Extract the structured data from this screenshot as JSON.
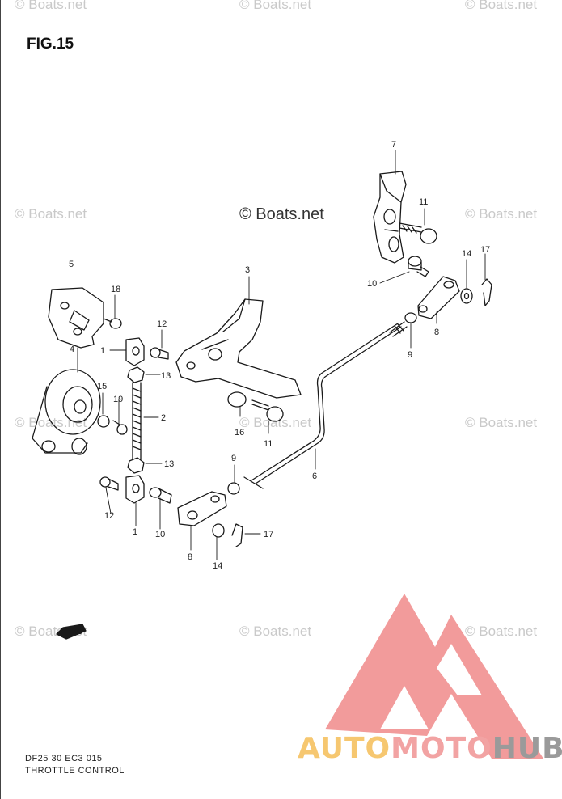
{
  "figure": {
    "title": "FIG.15"
  },
  "watermark": {
    "text": "© Boats.net",
    "center_text": "© Boats.net"
  },
  "footer": {
    "code": "DF25 30 EC3  015",
    "caption": "THROTTLE CONTROL"
  },
  "badge": {
    "text": "FWD"
  },
  "logo": {
    "part1": "AUTO",
    "part2": "MOTO",
    "part3": "HUB",
    "colors": {
      "auto": "#f6c770",
      "moto": "#f2a3a3",
      "hub": "#9a9a9a",
      "triangle": "#f08a8a"
    }
  },
  "callouts": [
    {
      "id": "c-7",
      "label": "7"
    },
    {
      "id": "c-11a",
      "label": "11"
    },
    {
      "id": "c-14a",
      "label": "14"
    },
    {
      "id": "c-17a",
      "label": "17"
    },
    {
      "id": "c-10a",
      "label": "10"
    },
    {
      "id": "c-8a",
      "label": "8"
    },
    {
      "id": "c-9a",
      "label": "9"
    },
    {
      "id": "c-5",
      "label": "5"
    },
    {
      "id": "c-18",
      "label": "18"
    },
    {
      "id": "c-3",
      "label": "3"
    },
    {
      "id": "c-12a",
      "label": "12"
    },
    {
      "id": "c-1a",
      "label": "1"
    },
    {
      "id": "c-13a",
      "label": "13"
    },
    {
      "id": "c-4",
      "label": "4"
    },
    {
      "id": "c-15",
      "label": "15"
    },
    {
      "id": "c-19",
      "label": "19"
    },
    {
      "id": "c-2",
      "label": "2"
    },
    {
      "id": "c-16",
      "label": "16"
    },
    {
      "id": "c-11b",
      "label": "11"
    },
    {
      "id": "c-13b",
      "label": "13"
    },
    {
      "id": "c-6",
      "label": "6"
    },
    {
      "id": "c-9b",
      "label": "9"
    },
    {
      "id": "c-12b",
      "label": "12"
    },
    {
      "id": "c-1b",
      "label": "1"
    },
    {
      "id": "c-10b",
      "label": "10"
    },
    {
      "id": "c-17b",
      "label": "17"
    },
    {
      "id": "c-8b",
      "label": "8"
    },
    {
      "id": "c-14b",
      "label": "14"
    }
  ]
}
